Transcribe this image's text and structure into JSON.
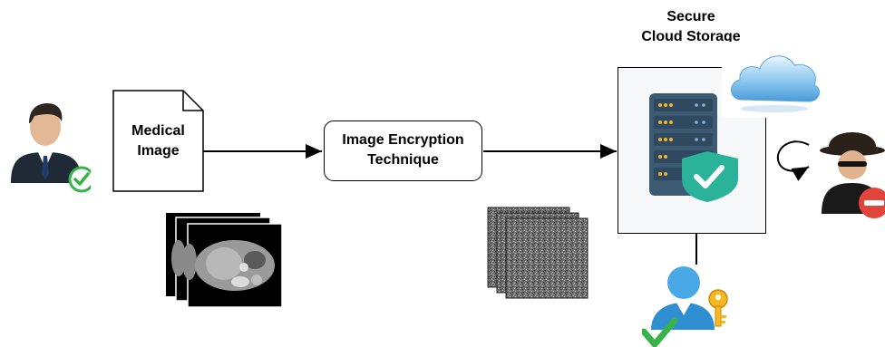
{
  "nodes": {
    "medical_image": {
      "line1": "Medical",
      "line2": "Image"
    },
    "encryption": {
      "line1": "Image Encryption",
      "line2": "Technique"
    },
    "storage": {
      "line1": "Secure",
      "line2": "Cloud Storage"
    }
  },
  "icons": {
    "doctor": "doctor-with-checkmark-icon",
    "ct_scans": "ct-scan-stack-icon",
    "encrypted_images": "noise-image-stack-icon",
    "server": "server-shield-icon",
    "cloud": "cloud-icon",
    "attacker": "hacker-icon",
    "authorized_user": "user-key-icon"
  },
  "colors": {
    "shield": "#2bb39a",
    "server": "#3d5a73",
    "check_green": "#37b34a",
    "cloud_blue": "#6fb6ea",
    "attacker_red": "#e0443a"
  }
}
